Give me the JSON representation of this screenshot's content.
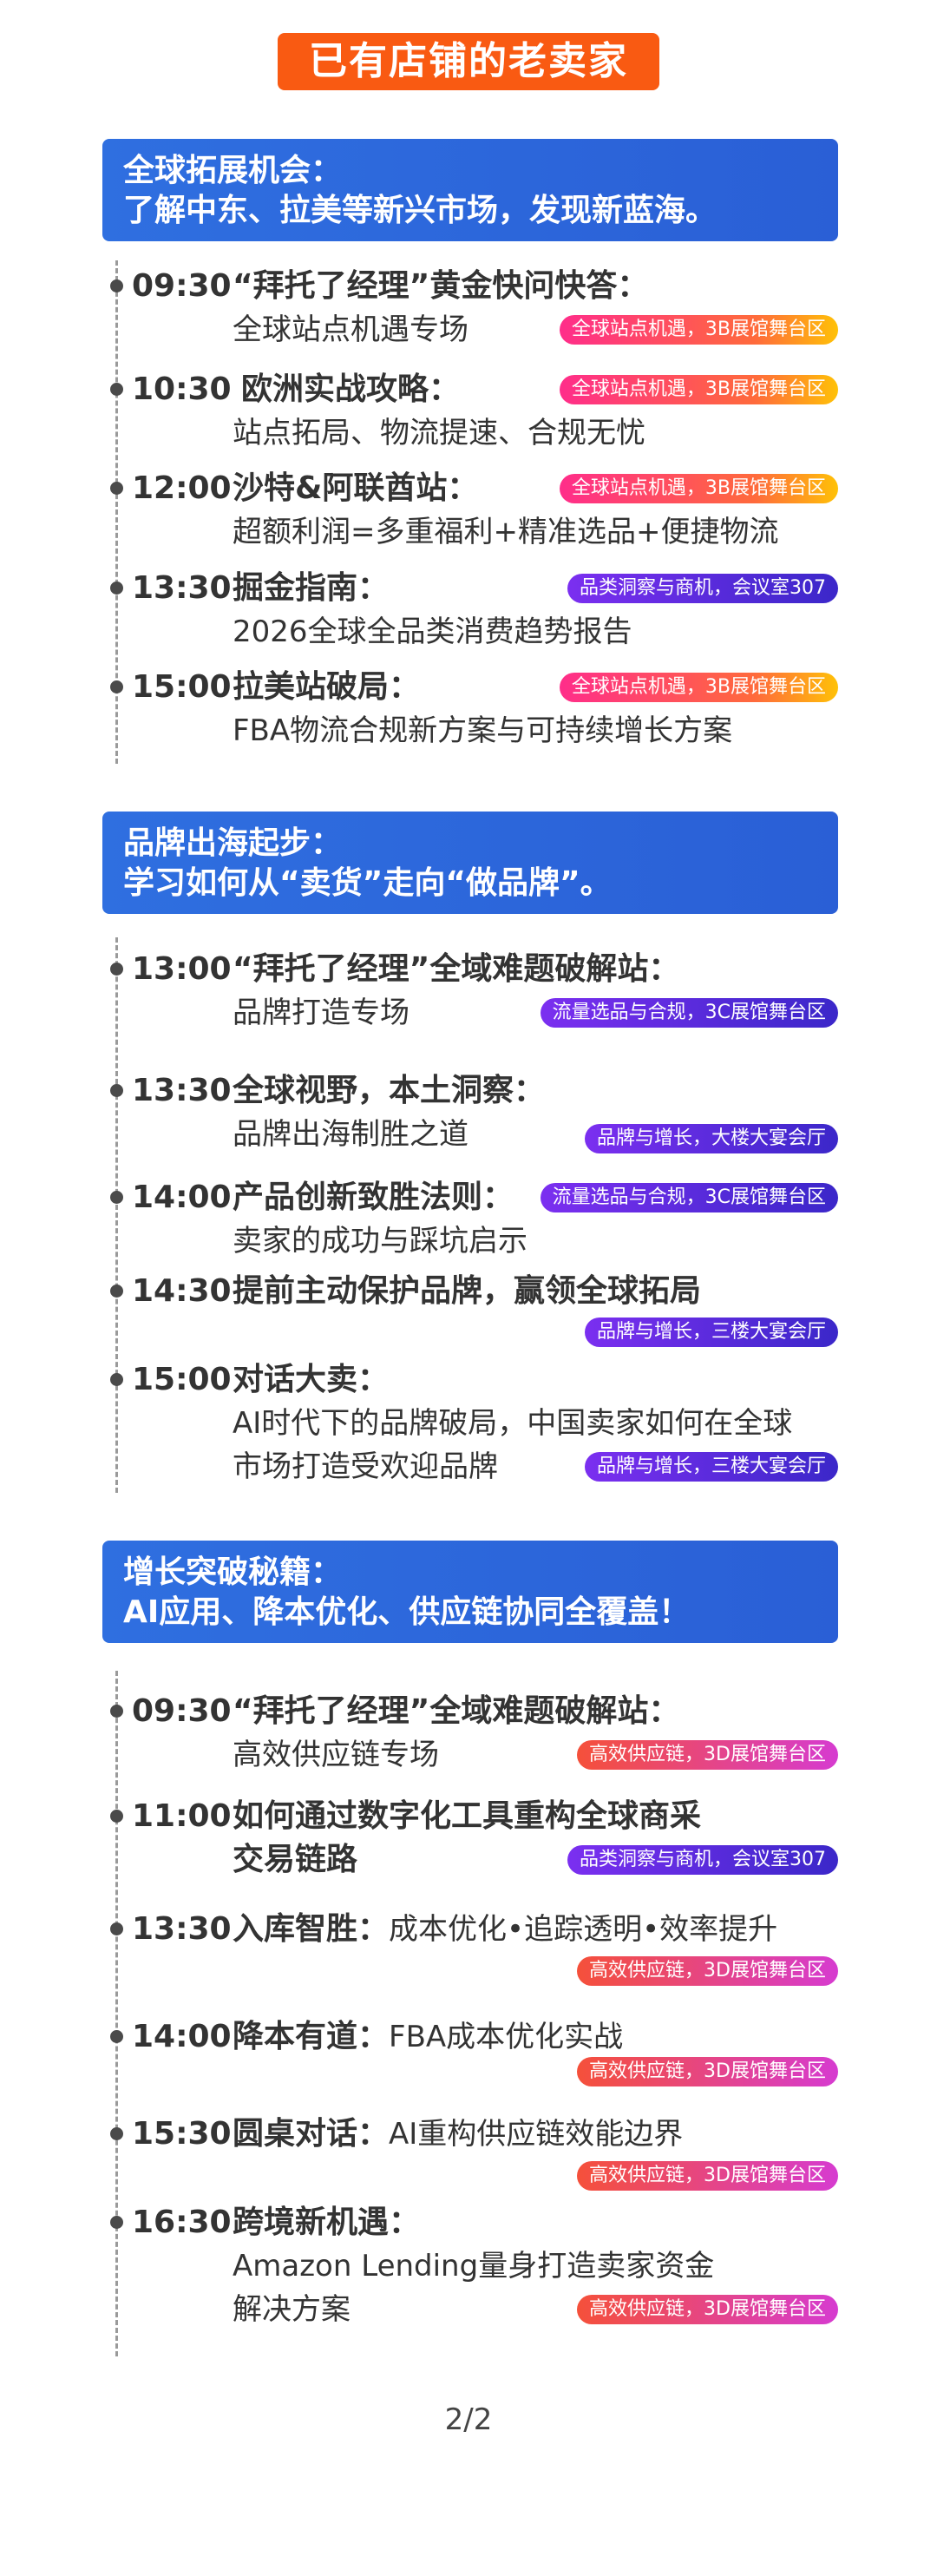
{
  "page_title": "已有店铺的老卖家",
  "colors": {
    "accent_orange": "#f95a12",
    "header_blue": "#2f6fe0"
  },
  "sections": [
    {
      "header_line1": "全球拓展机会：",
      "header_line2": "了解中东、拉美等新兴市场，发现新蓝海。",
      "items": [
        {
          "time": "09:30",
          "title": "“拜托了经理”黄金快问快答：",
          "sub": "全球站点机遇专场",
          "tag": "全球站点机遇，3B展馆舞台区"
        },
        {
          "time": "10:30",
          "title": "欧洲实战攻略：",
          "sub": "站点拓局、物流提速、合规无忧",
          "tag": "全球站点机遇，3B展馆舞台区"
        },
        {
          "time": "12:00",
          "title": "沙特&阿联酋站：",
          "sub": "超额利润=多重福利+精准选品+便捷物流",
          "tag": "全球站点机遇，3B展馆舞台区"
        },
        {
          "time": "13:30",
          "title": "掘金指南：",
          "sub": "2026全球全品类消费趋势报告",
          "tag": "品类洞察与商机，会议室307"
        },
        {
          "time": "15:00",
          "title": "拉美站破局：",
          "sub": "FBA物流合规新方案与可持续增长方案",
          "tag": "全球站点机遇，3B展馆舞台区"
        }
      ]
    },
    {
      "header_line1": "品牌出海起步：",
      "header_line2": "学习如何从“卖货”走向“做品牌”。",
      "items": [
        {
          "time": "13:00",
          "title": "“拜托了经理”全域难题破解站：",
          "sub": "品牌打造专场",
          "tag": "流量选品与合规，3C展馆舞台区"
        },
        {
          "time": "13:30",
          "title": "全球视野，本土洞察：",
          "sub": "品牌出海制胜之道",
          "tag": "品牌与增长，大楼大宴会厅"
        },
        {
          "time": "14:00",
          "title": "产品创新致胜法则：",
          "sub": "卖家的成功与踩坑启示",
          "tag": "流量选品与合规，3C展馆舞台区"
        },
        {
          "time": "14:30",
          "title": "提前主动保护品牌，赢领全球拓局",
          "sub": "",
          "tag": "品牌与增长，三楼大宴会厅"
        },
        {
          "time": "15:00",
          "title": "对话大卖：",
          "sub": "AI时代下的品牌破局，中国卖家如何在全球",
          "sub2": "市场打造受欢迎品牌",
          "tag": "品牌与增长，三楼大宴会厅"
        }
      ]
    },
    {
      "header_line1": "增长突破秘籍：",
      "header_line2": "AI应用、降本优化、供应链协同全覆盖！",
      "items": [
        {
          "time": "09:30",
          "title": "“拜托了经理”全域难题破解站：",
          "sub": "高效供应链专场",
          "tag": "高效供应链，3D展馆舞台区"
        },
        {
          "time": "11:00",
          "title": "如何通过数字化工具重构全球商采",
          "sub": "交易链路",
          "tag": "品类洞察与商机，会议室307"
        },
        {
          "time": "13:30",
          "title": "入库智胜：",
          "title_rest": "成本优化•追踪透明•效率提升",
          "tag": "高效供应链，3D展馆舞台区"
        },
        {
          "time": "14:00",
          "title": "降本有道：",
          "title_rest": "FBA成本优化实战",
          "tag": "高效供应链，3D展馆舞台区"
        },
        {
          "time": "15:30",
          "title": "圆桌对话：",
          "title_rest": "AI重构供应链效能边界",
          "tag": "高效供应链，3D展馆舞台区"
        },
        {
          "time": "16:30",
          "title": "跨境新机遇：",
          "sub": "Amazon Lending量身打造卖家资金",
          "sub2": "解决方案",
          "tag": "高效供应链，3D展馆舞台区"
        }
      ]
    }
  ],
  "footer": "2/2"
}
